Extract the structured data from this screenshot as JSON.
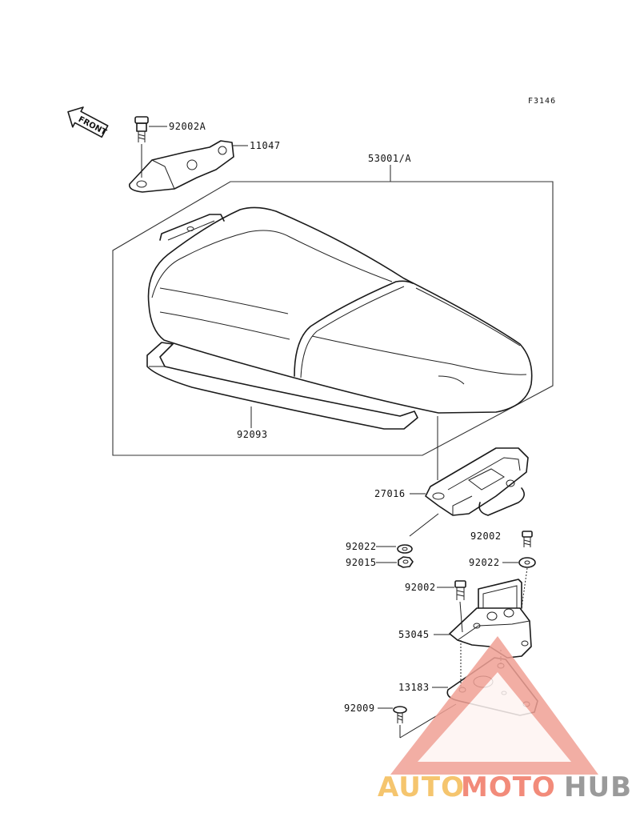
{
  "figure_ref": "F3146",
  "front_label": "FRONT",
  "parts": {
    "p92002A": "92002A",
    "p11047": "11047",
    "p53001A": "53001/A",
    "p92093": "92093",
    "p27016": "27016",
    "p92002_top": "92002",
    "p92022_left": "92022",
    "p92022_right": "92022",
    "p92015": "92015",
    "p92002_mid": "92002",
    "p53045": "53045",
    "p13183": "13183",
    "p92009": "92009"
  },
  "watermark": {
    "part1": "AUTO",
    "part2": "MOTO",
    "part3": "HUB",
    "colors": {
      "auto": "#f5c56e",
      "moto": "#f28b7a",
      "hub": "#9a9a9a",
      "triangle": "#f0a095"
    }
  }
}
